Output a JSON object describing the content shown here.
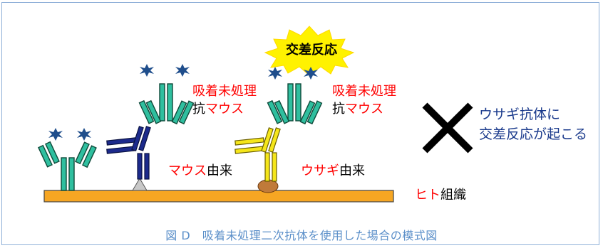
{
  "burst": {
    "text": "交差反応"
  },
  "labels": {
    "group1_line1": "吸着未処理",
    "group1_line2_prefix": "抗",
    "group1_line2_red": "マウス",
    "group2_line1": "吸着未処理",
    "group2_line2_prefix": "抗",
    "group2_line2_red": "マウス",
    "mouse_red": "マウス",
    "mouse_suffix": "由来",
    "rabbit_red": "ウサギ",
    "rabbit_suffix": "由来",
    "tissue_red": "ヒト",
    "tissue_suffix": "組織",
    "cross_line1": "ウサギ抗体に",
    "cross_line2": "交差反応が起こる"
  },
  "caption": "図 D　吸着未処理二次抗体を使用した場合の模式図",
  "colors": {
    "antibody_green": "#2fbf9f",
    "antibody_navy": "#1c2a8c",
    "antibody_yellow": "#f5e61a",
    "tissue_orange": "#f6a623",
    "burst_yellow": "#fff200",
    "star_blue": "#1f4e8c",
    "text_red": "#ff0000",
    "caption_blue": "#5b8fc9"
  }
}
